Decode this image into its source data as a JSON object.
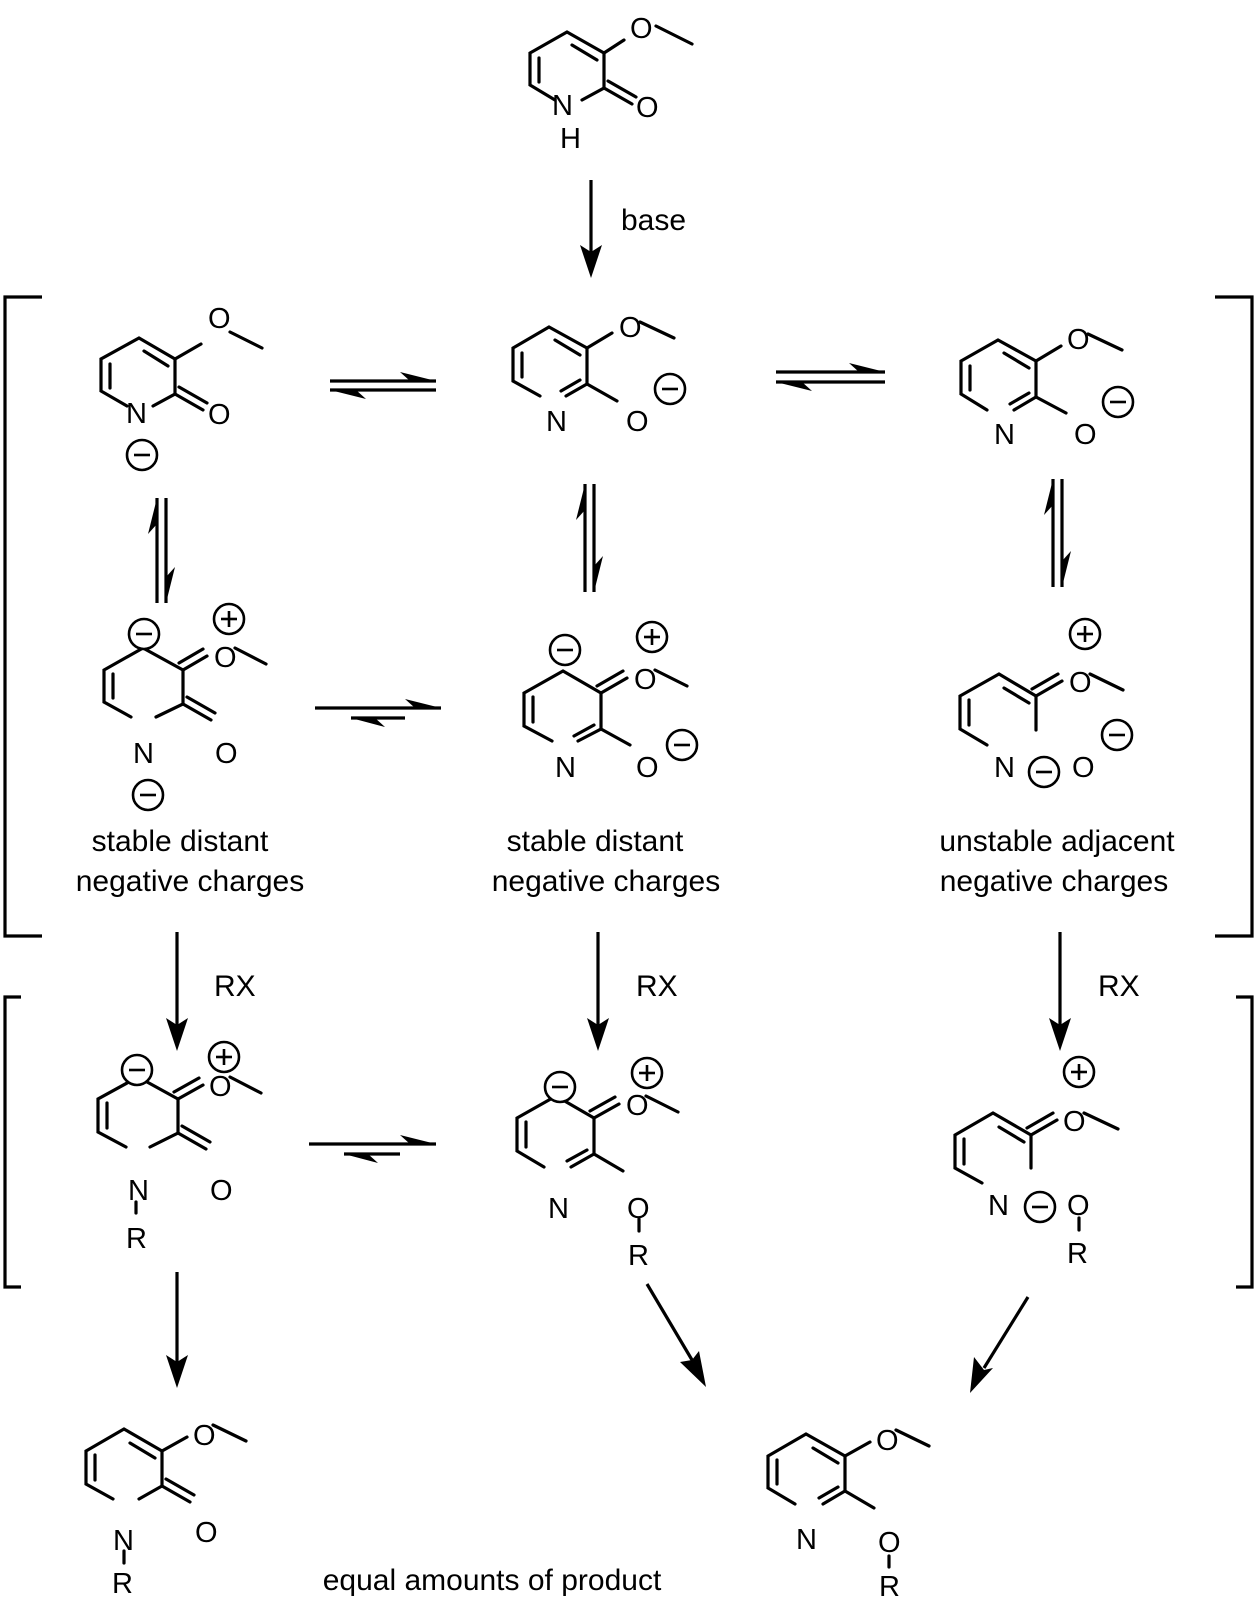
{
  "labels": {
    "base": "base",
    "rx": "RX",
    "stable_distant_left": [
      "stable distant",
      "negative charges"
    ],
    "stable_distant_center": [
      "stable distant",
      "negative charges"
    ],
    "unstable_adjacent": [
      "unstable adjacent",
      "negative charges"
    ],
    "equal_amounts": "equal amounts of product"
  },
  "atoms": {
    "N": "N",
    "H": "H",
    "O": "O",
    "R": "R"
  }
}
